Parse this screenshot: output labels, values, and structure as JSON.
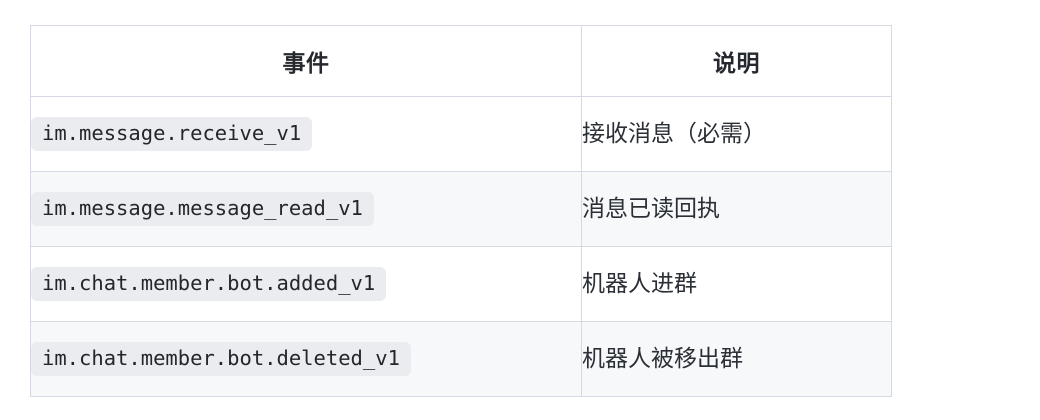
{
  "table": {
    "headers": {
      "event": "事件",
      "description": "说明"
    },
    "rows": [
      {
        "event": "im.message.receive_v1",
        "description": "接收消息（必需）"
      },
      {
        "event": "im.message.message_read_v1",
        "description": "消息已读回执"
      },
      {
        "event": "im.chat.member.bot.added_v1",
        "description": "机器人进群"
      },
      {
        "event": "im.chat.member.bot.deleted_v1",
        "description": "机器人被移出群"
      }
    ]
  },
  "colors": {
    "border": "#d5dae2",
    "stripe": "#f7f8fa",
    "chip_bg": "#ebecef",
    "text": "#2b2f36",
    "header_text": "#25282e"
  }
}
